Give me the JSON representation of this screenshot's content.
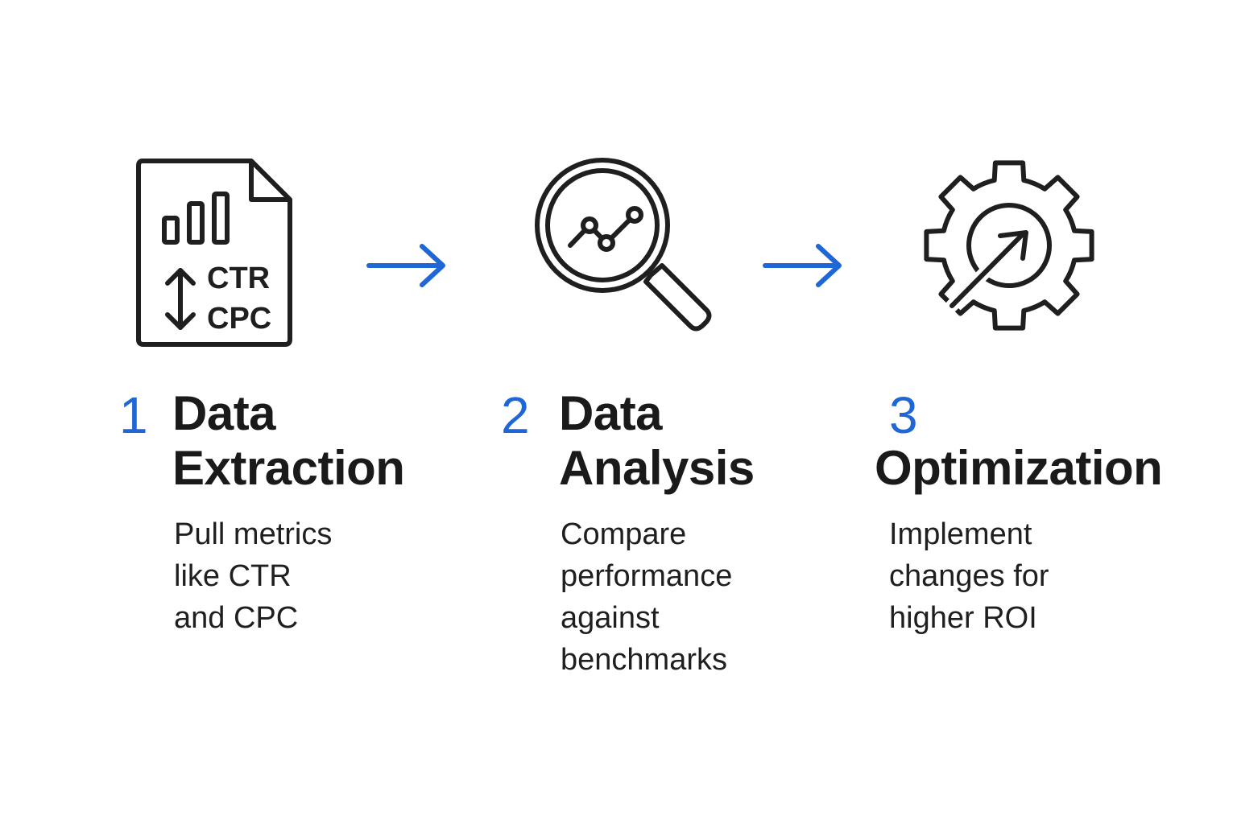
{
  "colors": {
    "accent": "#1f66d6",
    "ink": "#1f1f1f"
  },
  "steps": [
    {
      "number": "1",
      "title_lines": [
        "Data",
        "Extraction"
      ],
      "description_lines": [
        "Pull metrics",
        "like CTR",
        "and CPC"
      ],
      "icon": "document-chart-icon",
      "icon_labels": [
        "CTR",
        "CPC"
      ]
    },
    {
      "number": "2",
      "title_lines": [
        "Data",
        "Analysis"
      ],
      "description_lines": [
        "Compare",
        "performance",
        "against",
        "benchmarks"
      ],
      "icon": "magnifier-trend-icon"
    },
    {
      "number": "3",
      "title_lines": [
        "Optimization"
      ],
      "description_lines": [
        "Implement",
        "changes for",
        "higher ROI"
      ],
      "icon": "gear-arrow-icon"
    }
  ],
  "connectors": [
    "arrow-right-icon",
    "arrow-right-icon"
  ]
}
